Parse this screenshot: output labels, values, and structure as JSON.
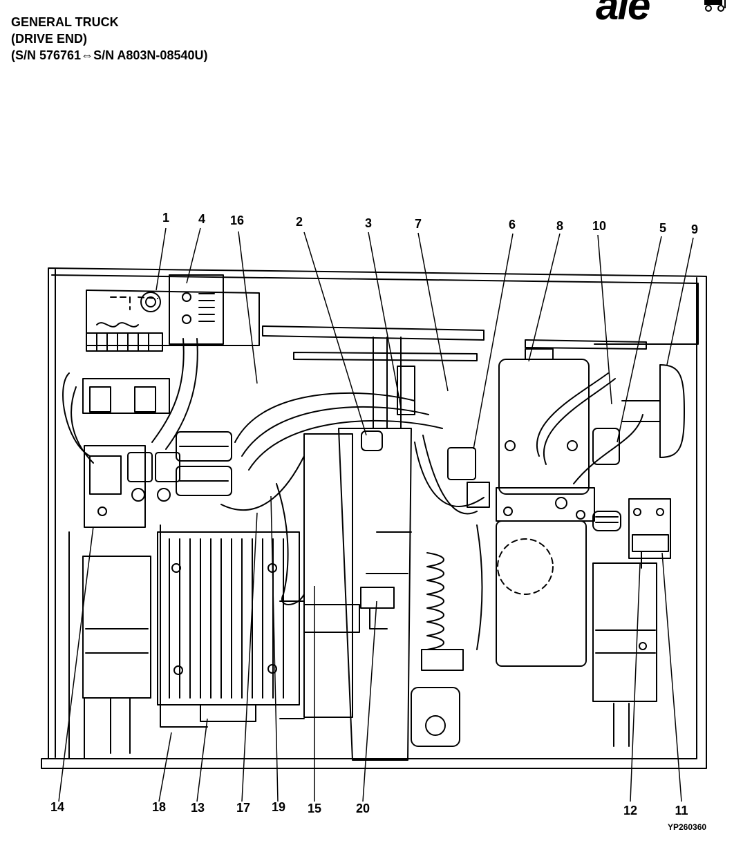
{
  "header": {
    "line1": "GENERAL TRUCK",
    "line2": "(DRIVE END)",
    "line3": "(S/N 576761⇔S/N A803N-08540U)"
  },
  "logo": {
    "text": "YALE",
    "visible_text": "ale"
  },
  "figure_id": "YP260360",
  "callouts": {
    "top": [
      "1",
      "4",
      "16",
      "2",
      "3",
      "7",
      "6",
      "8",
      "10",
      "5",
      "9"
    ],
    "bottom": [
      "14",
      "18",
      "13",
      "17",
      "19",
      "15",
      "20",
      "12",
      "11"
    ]
  }
}
